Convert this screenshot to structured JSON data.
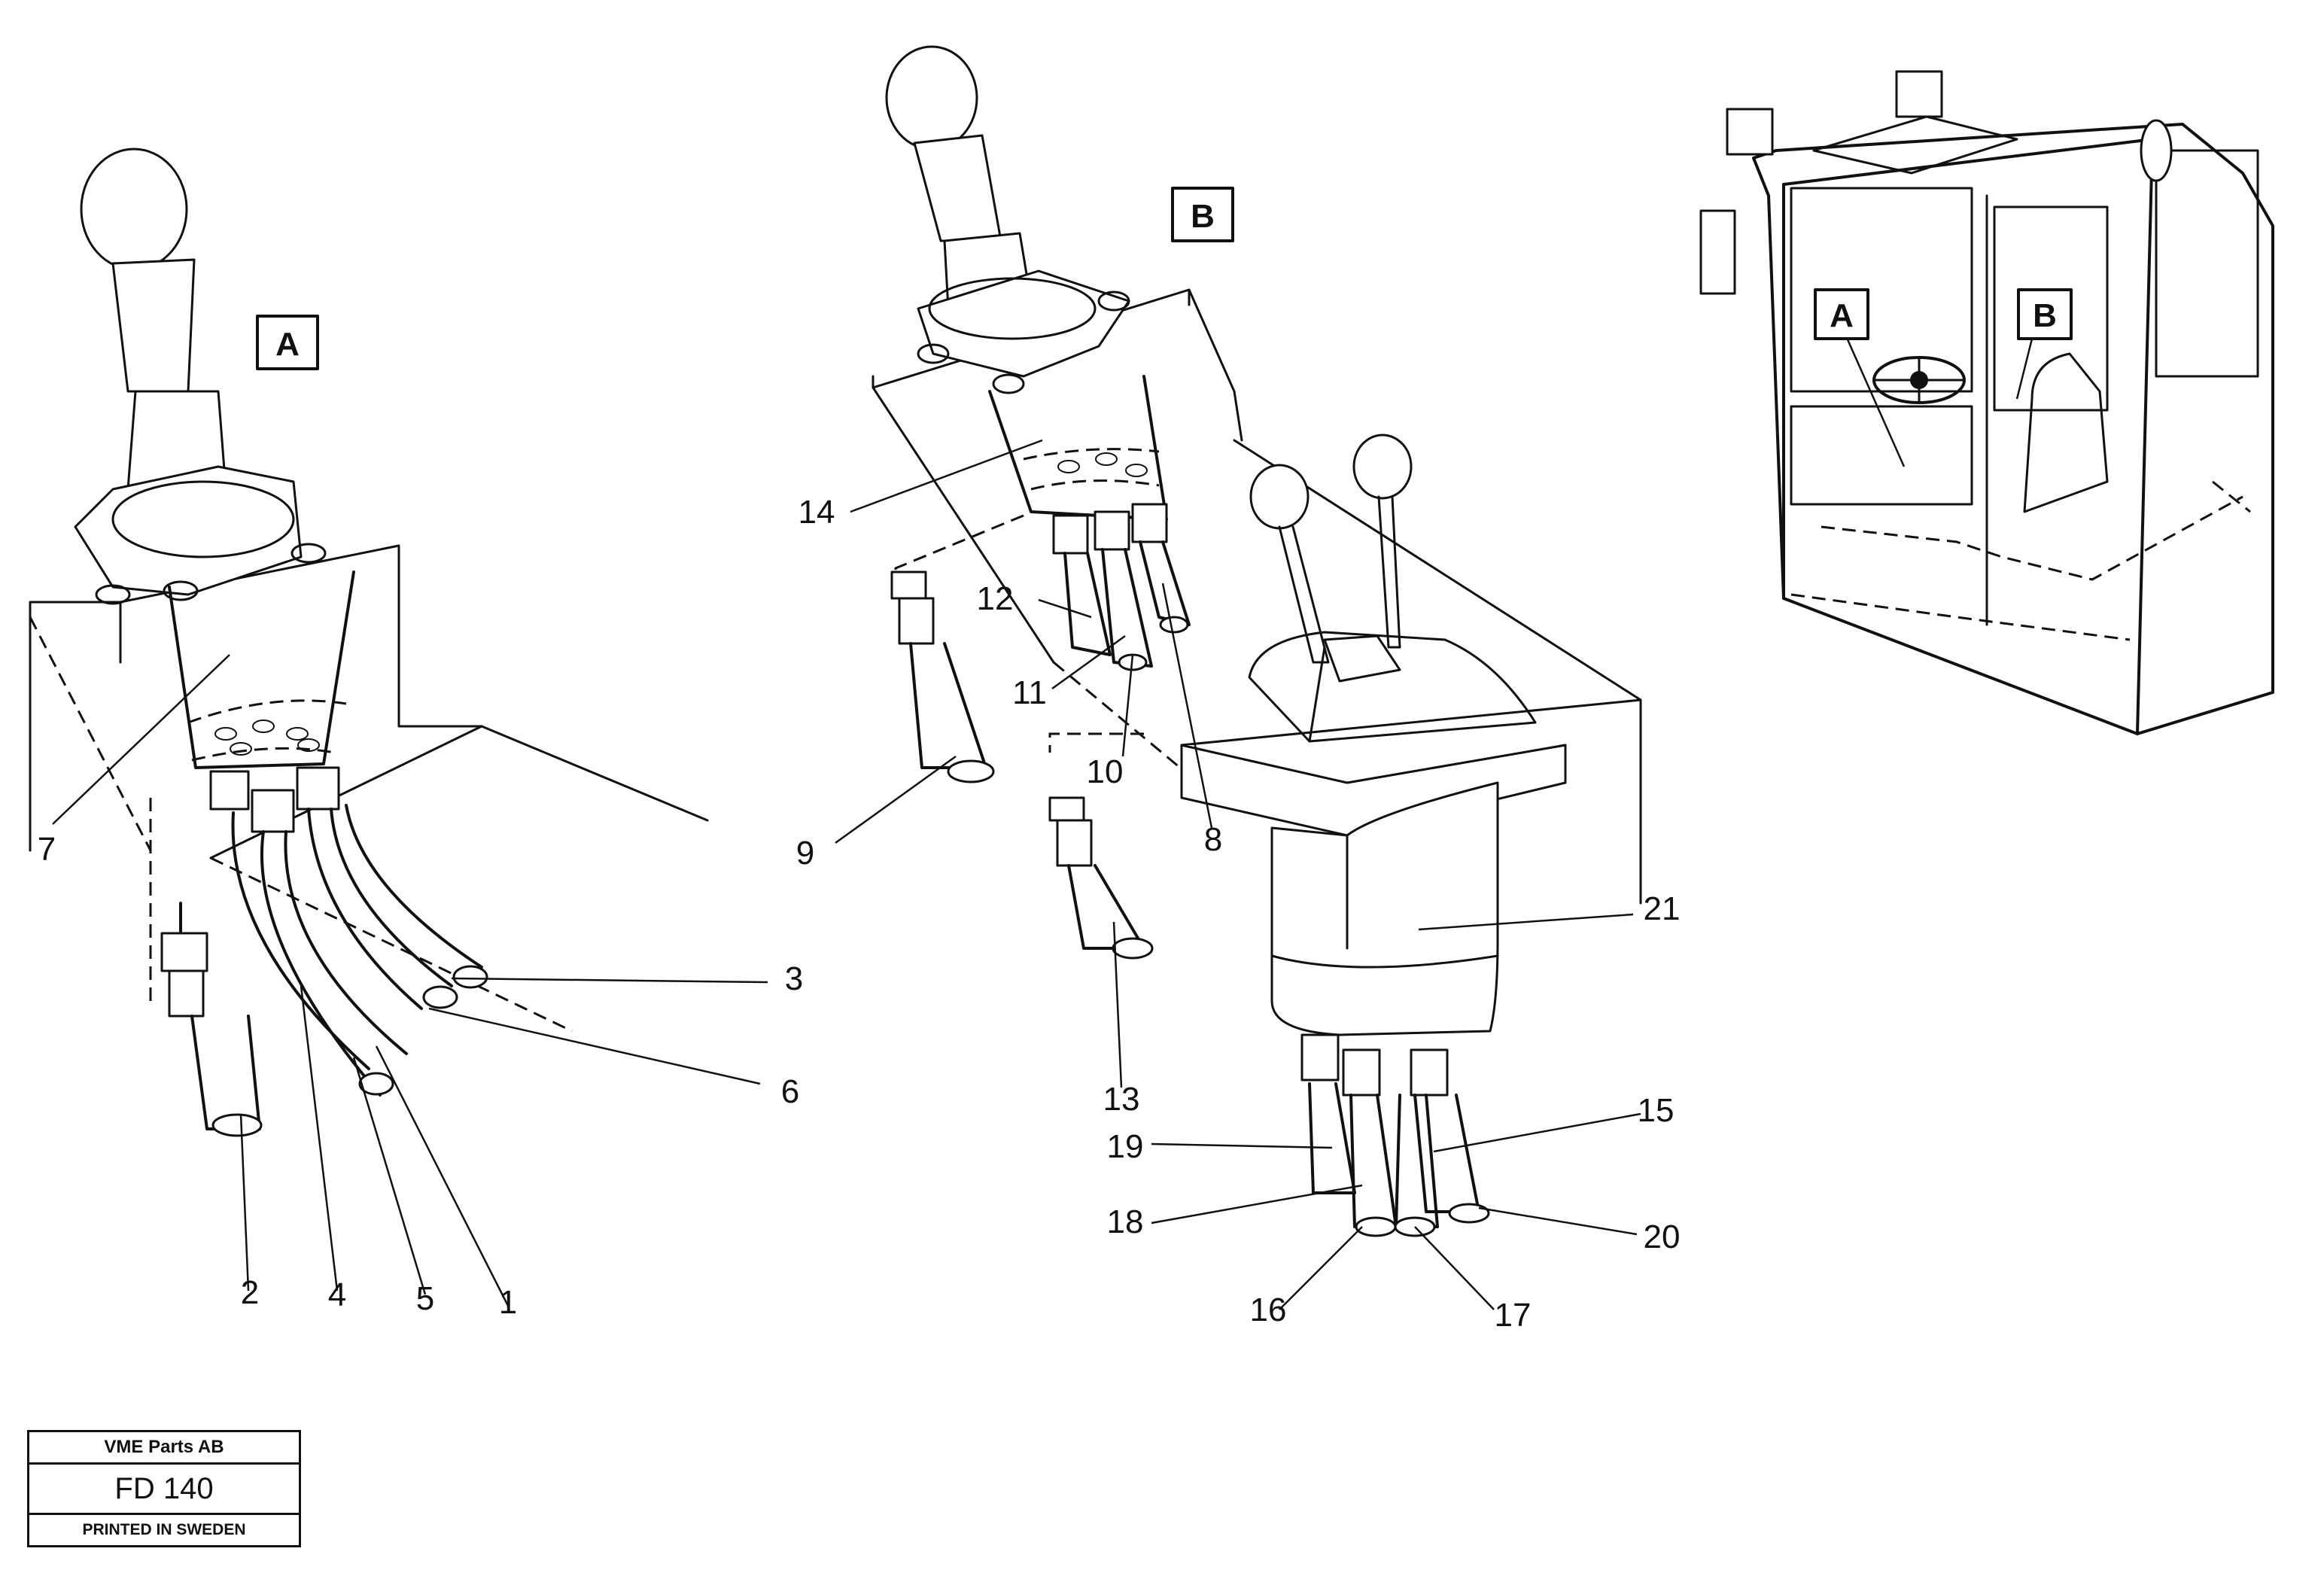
{
  "view_labels": {
    "a_main": "A",
    "b_main": "B",
    "a_cab": "A",
    "b_cab": "B"
  },
  "callouts": {
    "c1": "1",
    "c2": "2",
    "c3": "3",
    "c4": "4",
    "c5": "5",
    "c6": "6",
    "c7": "7",
    "c8": "8",
    "c9": "9",
    "c10": "10",
    "c11": "11",
    "c12": "12",
    "c13": "13",
    "c14": "14",
    "c15": "15",
    "c16": "16",
    "c17": "17",
    "c18": "18",
    "c19": "19",
    "c20": "20",
    "c21": "21"
  },
  "title_block": {
    "company": "VME Parts AB",
    "code": "FD 140",
    "printed": "PRINTED IN SWEDEN"
  }
}
